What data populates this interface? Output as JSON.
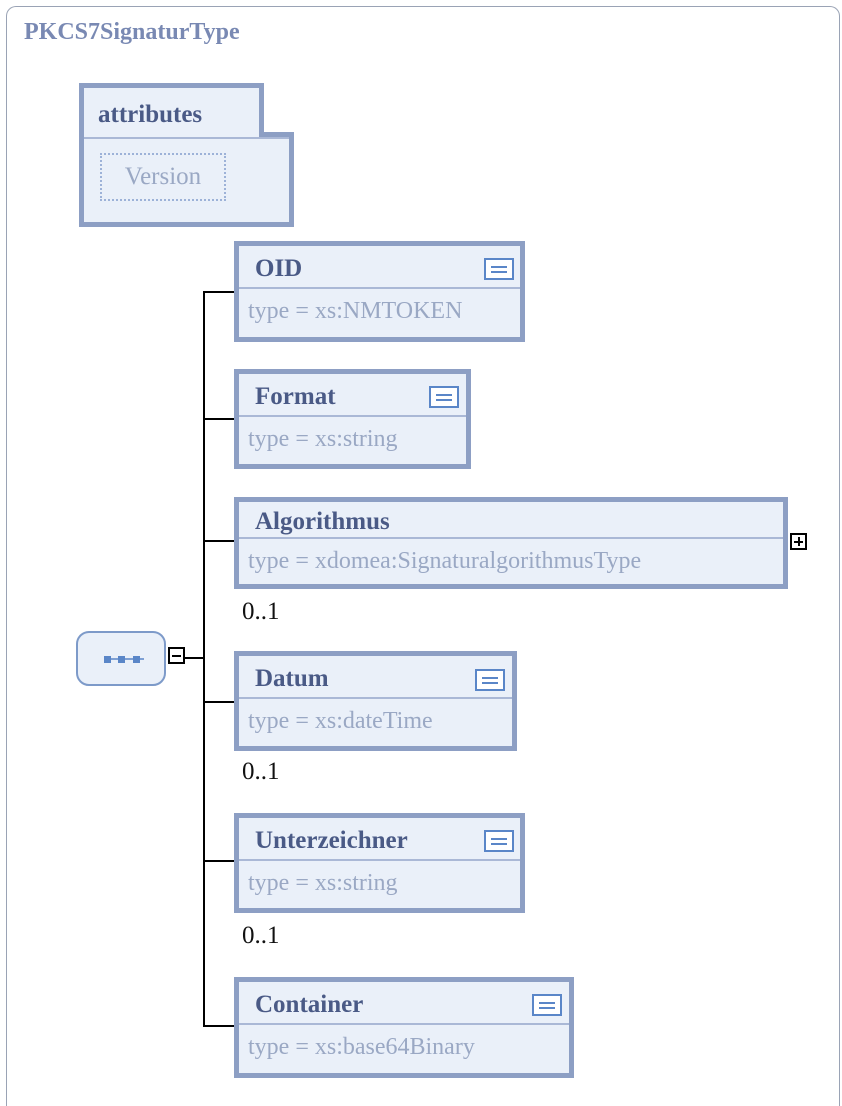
{
  "title": "PKCS7SignaturType",
  "attributes": {
    "heading": "attributes",
    "items": [
      "Version"
    ]
  },
  "elements": [
    {
      "name": "OID",
      "type": "type  =  xs:NMTOKEN",
      "occurrence": ""
    },
    {
      "name": "Format",
      "type": "type  =  xs:string",
      "occurrence": ""
    },
    {
      "name": "Algorithmus",
      "type": "type  =  xdomea:SignaturalgorithmusType",
      "occurrence": "0..1"
    },
    {
      "name": "Datum",
      "type": "type  =  xs:dateTime",
      "occurrence": "0..1"
    },
    {
      "name": "Unterzeichner",
      "type": "type  =  xs:string",
      "occurrence": "0..1"
    },
    {
      "name": "Container",
      "type": "type  =  xs:base64Binary",
      "occurrence": ""
    }
  ],
  "colors": {
    "title": "#7989b3",
    "box_border": "#8d9fc4",
    "box_fill": "#eaf0f9",
    "name_text": "#4a5a86",
    "type_text": "#9aa8c4",
    "icon": "#5a86c8"
  },
  "icons": {
    "sequence": "sequence-compositor-icon",
    "documentation": "documentation-icon",
    "expand": "plus-icon",
    "collapse": "minus-icon"
  }
}
